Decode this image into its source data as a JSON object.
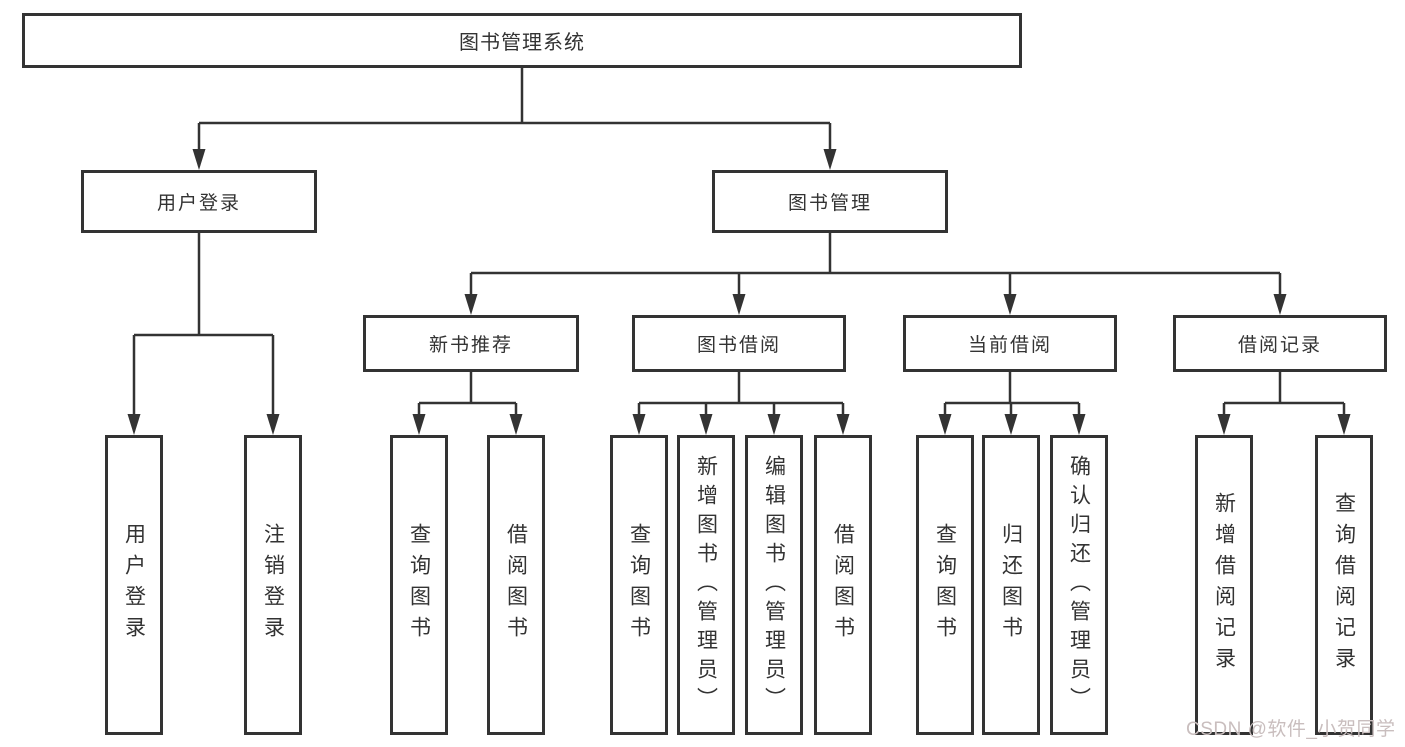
{
  "tree": {
    "label": "图书管理系统",
    "children": [
      {
        "label": "用户登录",
        "children": [
          {
            "label": "用户登录"
          },
          {
            "label": "注销登录"
          }
        ]
      },
      {
        "label": "图书管理",
        "children": [
          {
            "label": "新书推荐",
            "children": [
              {
                "label": "查询图书"
              },
              {
                "label": "借阅图书"
              }
            ]
          },
          {
            "label": "图书借阅",
            "children": [
              {
                "label": "查询图书"
              },
              {
                "label": "新增图书（管理员）"
              },
              {
                "label": "编辑图书（管理员）"
              },
              {
                "label": "借阅图书"
              }
            ]
          },
          {
            "label": "当前借阅",
            "children": [
              {
                "label": "查询图书"
              },
              {
                "label": "归还图书"
              },
              {
                "label": "确认归还（管理员）"
              }
            ]
          },
          {
            "label": "借阅记录",
            "children": [
              {
                "label": "新增借阅记录"
              },
              {
                "label": "查询借阅记录"
              }
            ]
          }
        ]
      }
    ]
  },
  "watermark": "CSDN @软件_小贺同学",
  "colors": {
    "line": "#333333",
    "box_border": "#333333",
    "box_fill": "#ffffff",
    "text": "#333333",
    "watermark": "#c9bebe",
    "background": "#ffffff"
  }
}
